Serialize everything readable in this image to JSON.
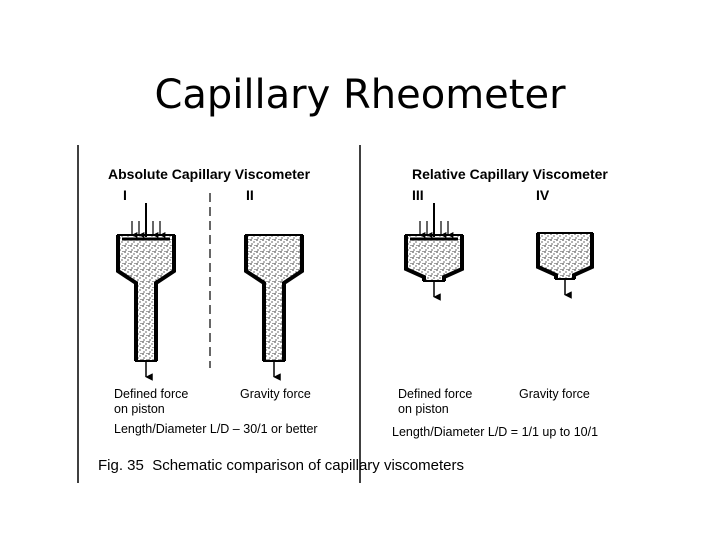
{
  "slide": {
    "title": "Capillary Rheometer"
  },
  "figure": {
    "left": {
      "heading": "Absolute Capillary Viscometer",
      "types": [
        "I",
        "II"
      ],
      "label_defined_1": "Defined force",
      "label_defined_2": "on piston",
      "label_gravity": "Gravity force",
      "ratio": "Length/Diameter L/D – 30/1 or better"
    },
    "right": {
      "heading": "Relative Capillary Viscometer",
      "types": [
        "III",
        "IV"
      ],
      "label_defined_1": "Defined force",
      "label_defined_2": "on piston",
      "label_gravity": "Gravity force",
      "ratio": "Length/Diameter L/D = 1/1 up to 10/1"
    },
    "caption_number": "Fig. 35",
    "caption_text": "Schematic comparison of capillary viscometers"
  }
}
